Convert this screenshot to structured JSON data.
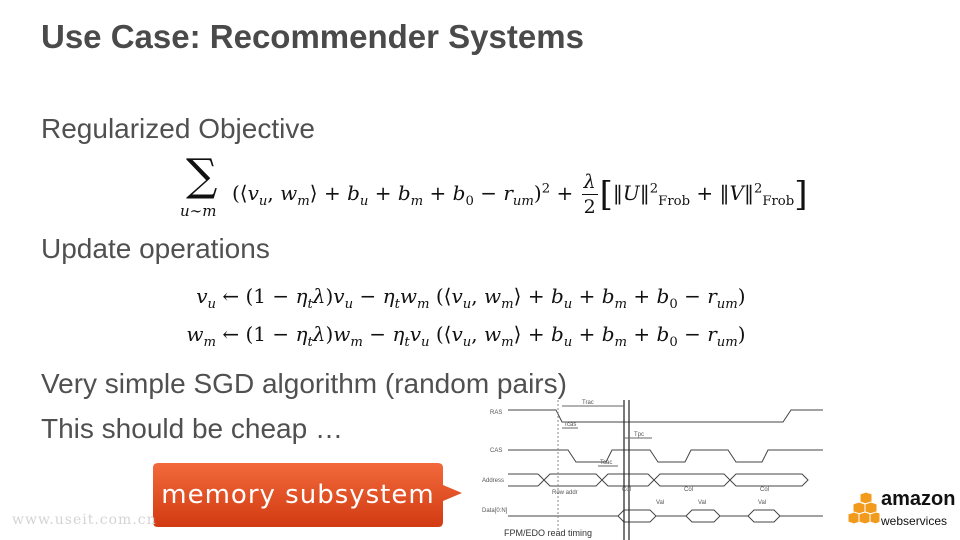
{
  "slide": {
    "title": "Use Case: Recommender Systems",
    "bullets": [
      "Regularized Objective",
      "Update operations",
      "Very simple SGD algorithm (random pairs)",
      "This should be cheap …"
    ],
    "equations": {
      "objective": "Σ_{u~m} (⟨v_u, w_m⟩ + b_u + b_m + b_0 − r_um)² + λ/2 [‖U‖²_Frob + ‖V‖²_Frob]",
      "update_v": "v_u ← (1 − η_t λ) v_u − η_t w_m (⟨v_u, w_m⟩ + b_u + b_m + b_0 − r_um)",
      "update_w": "w_m ← (1 − η_t λ) w_m − η_t v_u (⟨v_u, w_m⟩ + b_u + b_m + b_0 − r_um)"
    },
    "callout": {
      "label": "memory subsystem",
      "color": "#e0461c"
    },
    "timing_diagram": {
      "signals": [
        "RAS",
        "CAS",
        "Address",
        "Data[0:N]"
      ],
      "caption": "FPM/EDO read timing",
      "address_labels": [
        "Row addr",
        "Col",
        "Col",
        "Col"
      ],
      "data_labels": [
        "Val",
        "Val",
        "Val"
      ],
      "timing_labels": [
        "Trac",
        "Tcas",
        "Tpc",
        "Tcac"
      ]
    },
    "watermark": "www.useit.com.cn",
    "logo": {
      "line1": "amazon",
      "line2": "webservices",
      "accent": "#f29a1c"
    }
  }
}
